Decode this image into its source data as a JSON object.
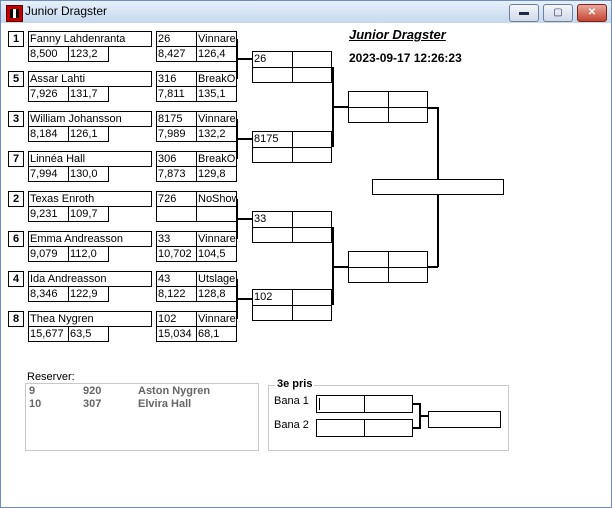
{
  "window": {
    "title": "Junior Dragster",
    "min_label": "▬",
    "max_label": "▢",
    "close_label": "✕"
  },
  "header": {
    "title": "Junior Dragster",
    "datetime": "2023-09-17 12:26:23"
  },
  "entries": [
    {
      "seed": "1",
      "name": "Fanny Lahdenranta",
      "rt": "8,500",
      "speed": "123,2",
      "num": "26",
      "status": "Vinnare",
      "et": "8,427",
      "et_speed": "126,4"
    },
    {
      "seed": "5",
      "name": "Assar Lahti",
      "rt": "7,926",
      "speed": "131,7",
      "num": "316",
      "status": "BreakOut",
      "et": "7,811",
      "et_speed": "135,1"
    },
    {
      "seed": "3",
      "name": "William Johansson",
      "rt": "8,184",
      "speed": "126,1",
      "num": "8175",
      "status": "Vinnare",
      "et": "7,989",
      "et_speed": "132,2"
    },
    {
      "seed": "7",
      "name": "Linnéa Hall",
      "rt": "7,994",
      "speed": "130,0",
      "num": "306",
      "status": "BreakOut",
      "et": "7,873",
      "et_speed": "129,8"
    },
    {
      "seed": "2",
      "name": "Texas Enroth",
      "rt": "9,231",
      "speed": "109,7",
      "num": "726",
      "status": "NoShow",
      "et": "",
      "et_speed": ""
    },
    {
      "seed": "6",
      "name": "Emma Andreasson",
      "rt": "9,079",
      "speed": "112,0",
      "num": "33",
      "status": "Vinnare",
      "et": "10,702",
      "et_speed": "104,5"
    },
    {
      "seed": "4",
      "name": "Ida Andreasson",
      "rt": "8,346",
      "speed": "122,9",
      "num": "43",
      "status": "Utslagen",
      "et": "8,122",
      "et_speed": "128,8"
    },
    {
      "seed": "8",
      "name": "Thea Nygren",
      "rt": "15,677",
      "speed": "63,5",
      "num": "102",
      "status": "Vinnare",
      "et": "15,034",
      "et_speed": "68,1"
    }
  ],
  "round2": [
    "26",
    "8175",
    "33",
    "102"
  ],
  "reserves": {
    "label": "Reserver:",
    "rows": [
      {
        "pos": "9",
        "num": "920",
        "name": "Aston Nygren"
      },
      {
        "pos": "10",
        "num": "307",
        "name": "Elvira Hall"
      }
    ]
  },
  "third_place": {
    "label": "3e pris",
    "lane1": "Bana 1",
    "lane2": "Bana 2"
  }
}
